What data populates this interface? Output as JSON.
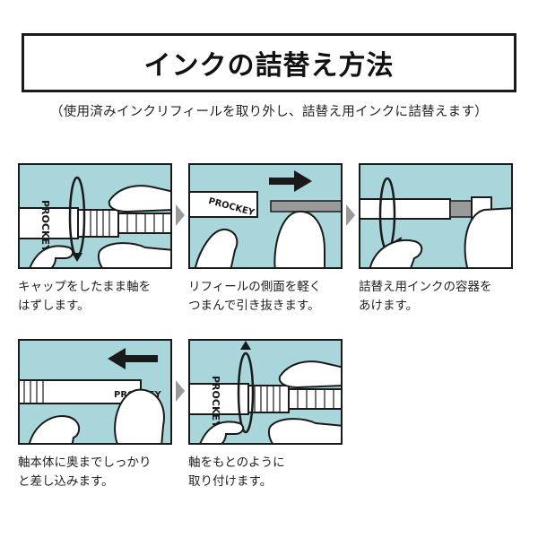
{
  "header": {
    "title": "インクの詰替え方法",
    "subtitle": "（使用済みインクリフィールを取り外し、詰替え用インクに詰替えます）"
  },
  "colors": {
    "panel_bg": "#a9d6da",
    "border": "#1a1a1a",
    "text": "#222222"
  },
  "steps": [
    {
      "line1": "キャップをしたまま軸を",
      "line2": "はずします。"
    },
    {
      "line1": "リフィールの側面を軽く",
      "line2": "つまんで引き抜きます。"
    },
    {
      "line1": "詰替え用インクの容器を",
      "line2": "あけます。"
    },
    {
      "line1": "軸本体に奥までしっかり",
      "line2": "と差し込みます。"
    },
    {
      "line1": "軸をもとのように",
      "line2": "取り付けます。"
    }
  ],
  "brand_mark": "PROCKEY",
  "icons": {
    "next": "chevron-right-icon",
    "rotate": "rotate-arrow-icon",
    "pull": "arrow-right-icon",
    "push": "arrow-left-icon"
  }
}
